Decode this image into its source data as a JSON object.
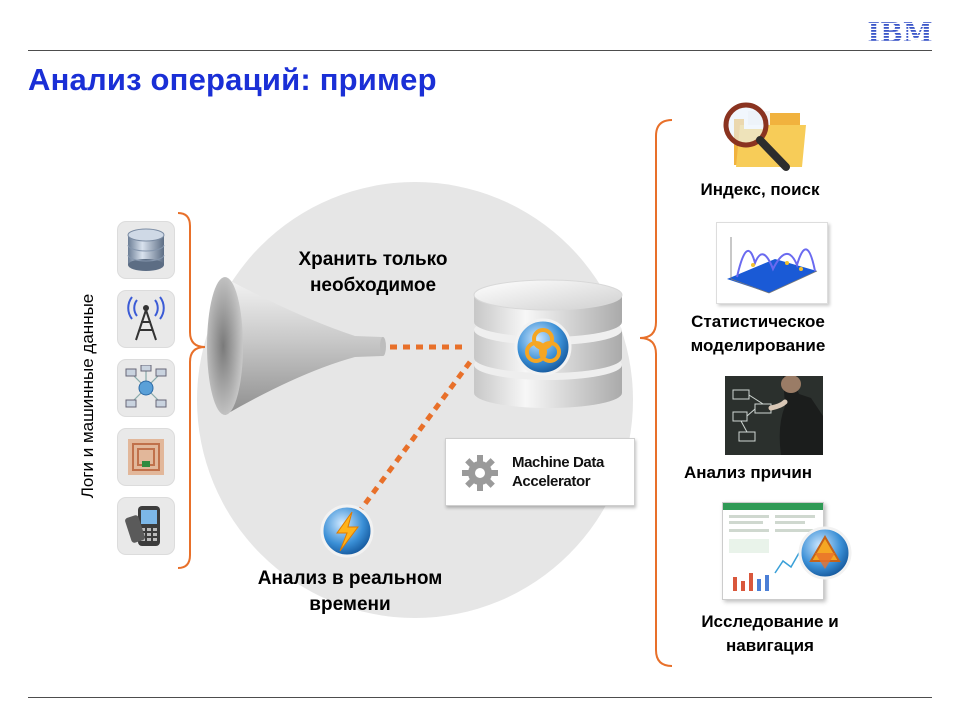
{
  "header": {
    "logo_text": "IBM",
    "title": "Анализ операций:  пример"
  },
  "left": {
    "vertical_label": "Логи и машинные данные",
    "icons": [
      "database-icon",
      "antenna-icon",
      "network-icon",
      "rfid-tag-icon",
      "mobile-phone-icon"
    ]
  },
  "center": {
    "store_label_line1": "Хранить только",
    "store_label_line2": "необходимое",
    "realtime_label_line1": "Анализ в реальном",
    "realtime_label_line2": "времени",
    "mda_line1": "Machine Data",
    "mda_line2": "Accelerator"
  },
  "right": {
    "items": [
      {
        "label_line1": "Индекс, поиск",
        "label_line2": ""
      },
      {
        "label_line1": "Статистическое",
        "label_line2": "моделирование"
      },
      {
        "label_line1": "Анализ причин",
        "label_line2": ""
      },
      {
        "label_line1": "Исследование и",
        "label_line2": "навигация"
      }
    ]
  },
  "colors": {
    "title": "#1a2fd6",
    "accent_orange": "#e8702a",
    "circle_bg": "#e6e6e6",
    "rule": "#4d4d4d"
  }
}
